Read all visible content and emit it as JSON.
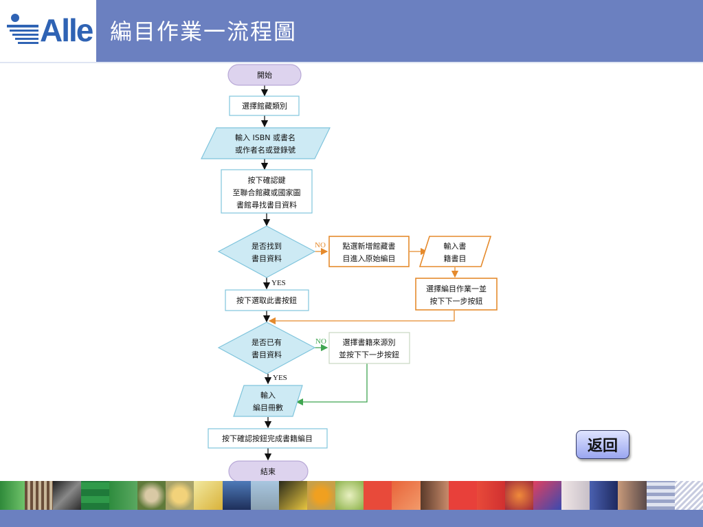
{
  "header": {
    "logo_text": "Alle",
    "title": "編目作業一流程圖"
  },
  "flow": {
    "start": "開始",
    "select_type": "選擇館藏類別",
    "input_line1": "輸入 ISBN 或書名",
    "input_line2": "或作者名或登錄號",
    "confirm_line1": "按下確認鍵",
    "confirm_line2": "至聯合館藏或國家圖",
    "confirm_line3": "書館尋找書目資料",
    "found_line1": "是否找到",
    "found_line2": "書目資料",
    "no1": "NO",
    "yes1": "YES",
    "new_line1": "點選新增館藏書",
    "new_line2": "目進入原始編目",
    "input_book_line1": "輸入書",
    "input_book_line2": "籍書目",
    "select_cat_line1": "選擇編目作業一並",
    "select_cat_line2": "按下下一步按鈕",
    "select_this": "按下選取此書按鈕",
    "has_line1": "是否已有",
    "has_line2": "書目資料",
    "no2": "NO",
    "yes2": "YES",
    "source_line1": "選擇書籍來源別",
    "source_line2": "並按下下一步按鈕",
    "copies_line1": "輸入",
    "copies_line2": "編目冊數",
    "finish": "按下確認按鈕完成書籍編目",
    "end": "結束"
  },
  "back_button": "返回",
  "colors": {
    "header_bg": "#6b80c0",
    "node_border": "#7fc4dc",
    "node_fill": "#cdeaf4",
    "terminal_fill": "#ddd3ee",
    "orange": "#e58a2c",
    "green": "#3fa550"
  }
}
